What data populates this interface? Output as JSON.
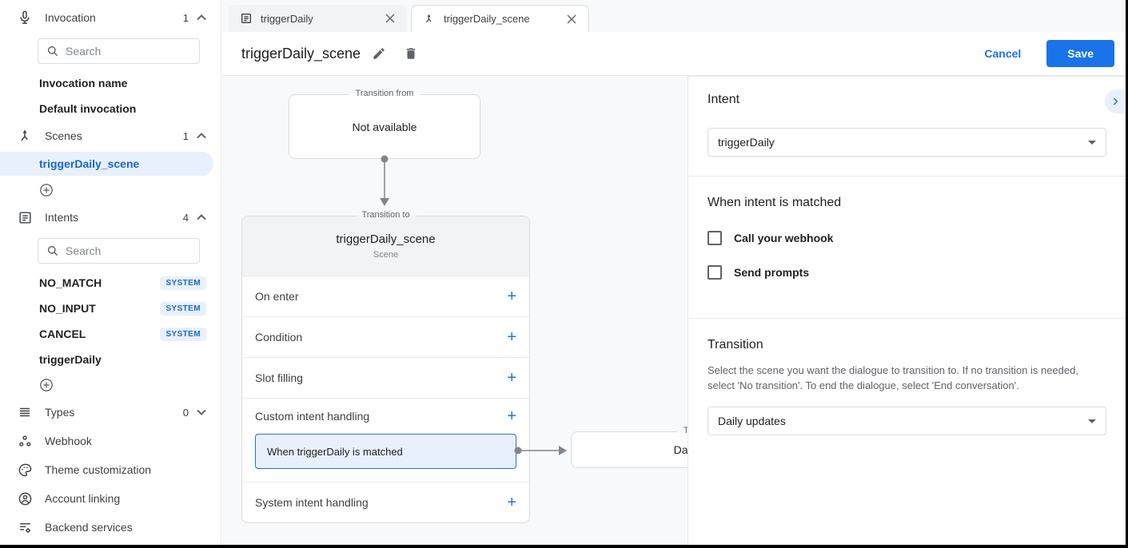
{
  "colors": {
    "accent": "#1a73e8",
    "selected_text": "#1967d2",
    "selected_bg": "#e8f0fe",
    "canvas_bg": "#f8f9fa",
    "badge_bg": "#e8f0fe"
  },
  "glyphs": {
    "plus": "+"
  },
  "sidebar": {
    "invocation": {
      "label": "Invocation",
      "count": "1"
    },
    "invocation_search": {
      "placeholder": "Search"
    },
    "invocation_items": [
      {
        "label": "Invocation name"
      },
      {
        "label": "Default invocation"
      }
    ],
    "scenes": {
      "label": "Scenes",
      "count": "1"
    },
    "scene_items": [
      {
        "label": "triggerDaily_scene"
      }
    ],
    "intents": {
      "label": "Intents",
      "count": "4"
    },
    "intents_search": {
      "placeholder": "Search"
    },
    "intent_items": [
      {
        "label": "NO_MATCH",
        "badge": "SYSTEM"
      },
      {
        "label": "NO_INPUT",
        "badge": "SYSTEM"
      },
      {
        "label": "CANCEL",
        "badge": "SYSTEM"
      },
      {
        "label": "triggerDaily"
      }
    ],
    "types": {
      "label": "Types",
      "count": "0"
    },
    "nav_items": [
      {
        "label": "Webhook"
      },
      {
        "label": "Theme customization"
      },
      {
        "label": "Account linking"
      },
      {
        "label": "Backend services"
      }
    ]
  },
  "tabs": [
    {
      "label": "triggerDaily"
    },
    {
      "label": "triggerDaily_scene"
    }
  ],
  "header": {
    "title": "triggerDaily_scene",
    "cancel_label": "Cancel",
    "save_label": "Save"
  },
  "canvas": {
    "from_node": {
      "legend": "Transition from",
      "text": "Not available"
    },
    "scene_node": {
      "legend": "Transition to",
      "title": "triggerDaily_scene",
      "subtitle": "Scene",
      "rows": [
        {
          "label": "On enter"
        },
        {
          "label": "Condition"
        },
        {
          "label": "Slot filling"
        },
        {
          "label": "Custom intent handling",
          "child": "When triggerDaily is matched"
        },
        {
          "label": "System intent handling"
        }
      ]
    },
    "target_node": {
      "legend": "Transition to",
      "title": "Daily updates"
    }
  },
  "panel": {
    "intent": {
      "heading": "Intent",
      "value": "triggerDaily"
    },
    "matched": {
      "heading": "When intent is matched",
      "options": [
        {
          "label": "Call your webhook"
        },
        {
          "label": "Send prompts"
        }
      ]
    },
    "transition": {
      "heading": "Transition",
      "description": "Select the scene you want the dialogue to transition to. If no transition is needed, select 'No transition'. To end the dialogue, select 'End conversation'.",
      "value": "Daily updates"
    }
  }
}
